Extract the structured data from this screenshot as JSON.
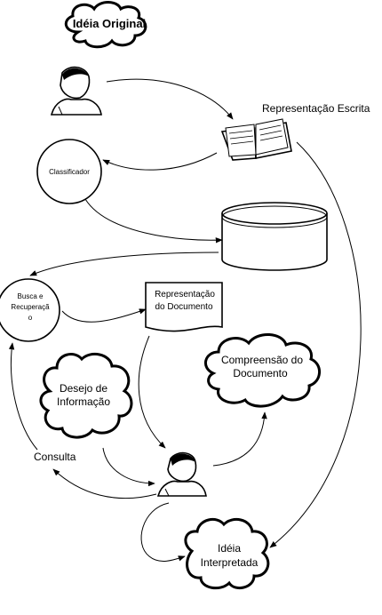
{
  "nodes": {
    "ideia_original": "Idéia Original",
    "representacao_escrita": "Representação Escrita",
    "classificador": "Classificador",
    "busca_line1": "Busca e",
    "busca_line2": "Recuperaçã",
    "busca_line3": "o",
    "repr_doc_line1": "Representação",
    "repr_doc_line2": "do Documento",
    "compreensao_line1": "Compreensão do",
    "compreensao_line2": "Documento",
    "desejo_line1": "Desejo de",
    "desejo_line2": "Informação",
    "consulta": "Consulta",
    "interpretada_line1": "Idéia",
    "interpretada_line2": "Interpretada"
  },
  "icons": [
    "person-icon",
    "open-book-icon",
    "database-icon",
    "document-icon",
    "cloud-icon"
  ]
}
